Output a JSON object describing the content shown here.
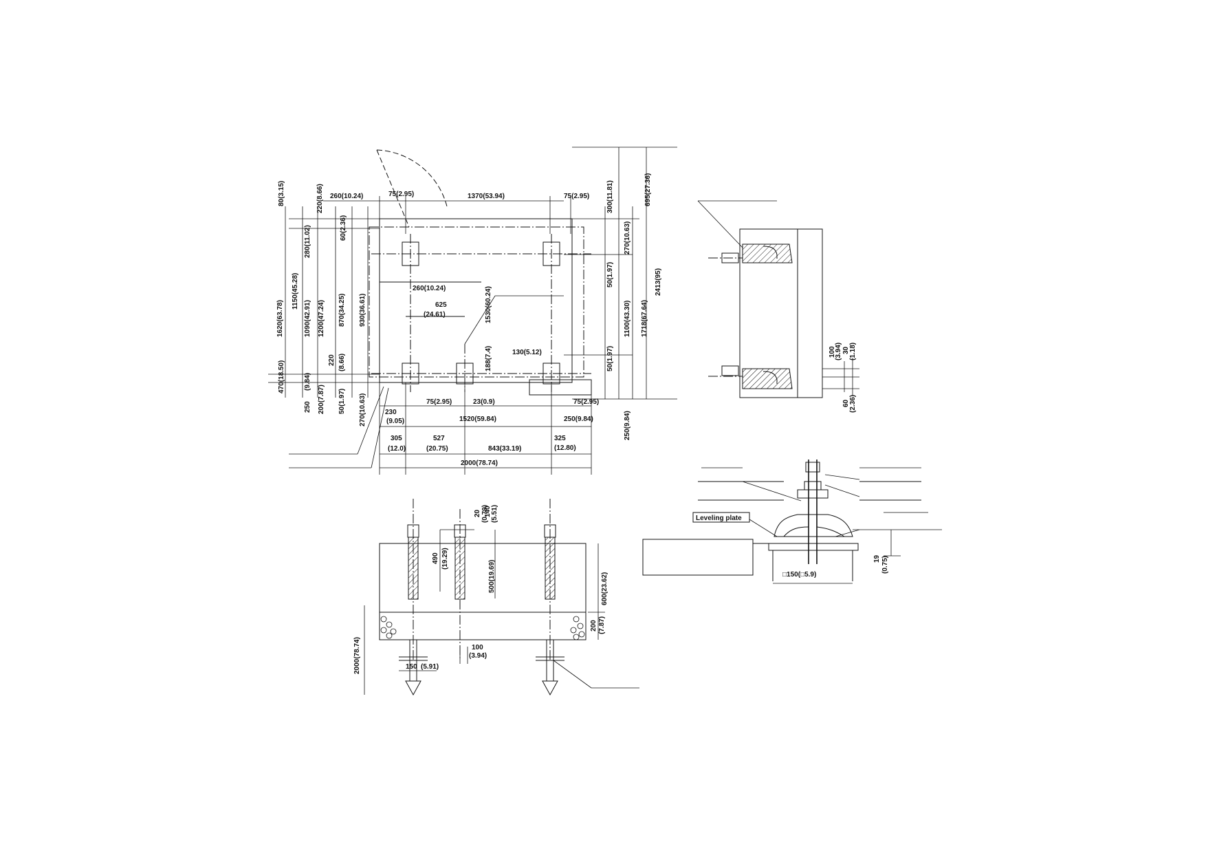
{
  "plan_view": {
    "top_dims": [
      "260(10.24)",
      "75(2.95)",
      "1370(53.94)",
      "75(2.95)"
    ],
    "left_dims": [
      "80(3.15)",
      "220(8.66)",
      "1620(63.78)",
      "1150(45.28)",
      "280(11.02)",
      "60(2.36)",
      "1090(42.91)",
      "1200(47.24)",
      "870(34.25)",
      "930(36.61)",
      "470(18.50)",
      "(9.84)",
      "220",
      "(8.66)",
      "250",
      "200(7.87)",
      "50(1.97)",
      "270(10.63)"
    ],
    "right_dims": [
      "300(11.81)",
      "270(10.63)",
      "695(27.36)",
      "50(1.97)",
      "2413(95)",
      "1100(43.30)",
      "1718(67.64)",
      "50(1.97)",
      "250(9.84)"
    ],
    "inner_dims": [
      "260(10.24)",
      "625",
      "(24.61)",
      "1530(60.24)",
      "188(7.4)",
      "130(5.12)"
    ],
    "bottom_dims": [
      "75(2.95)",
      "23(0.9)",
      "75(2.95)",
      "230",
      "(9.05)",
      "1520(59.84)",
      "250(9.84)",
      "305",
      "(12.0)",
      "527",
      "(20.75)",
      "843(33.19)",
      "325",
      "(12.80)",
      "2000(78.74)"
    ]
  },
  "side_view": {
    "dims": [
      "100",
      "(3.94)",
      "30",
      "(1.18)",
      "60",
      "(2.36)"
    ]
  },
  "section_view": {
    "dims": [
      "20",
      "(0.79)",
      "140",
      "(5.51)",
      "490",
      "(19.29)",
      "500(19.69)",
      "600(23.62)",
      "200",
      "(7.87)",
      "2000(78.74)",
      "100",
      "(3.94)",
      "150",
      "(5.91)"
    ]
  },
  "detail_view": {
    "label": "Leveling plate",
    "dims": [
      "□150(□5.9)",
      "19",
      "(0.75)"
    ]
  }
}
